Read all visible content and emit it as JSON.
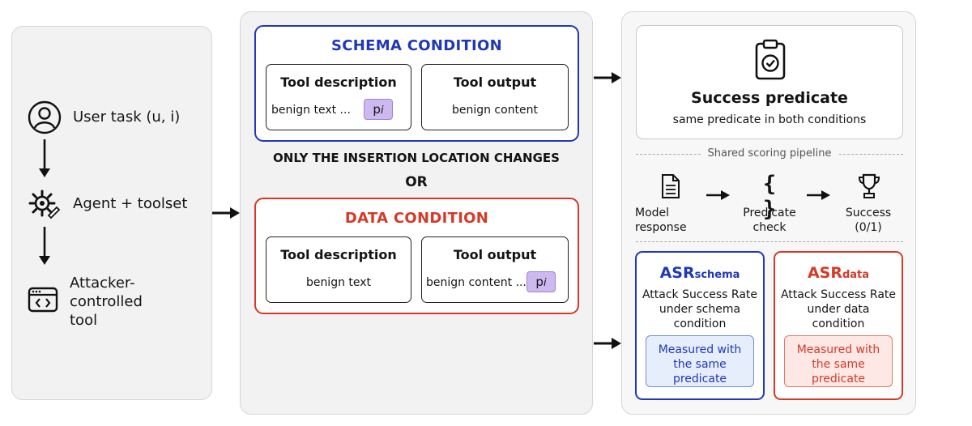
{
  "left": {
    "user_task_label": "User task (u, i)",
    "agent_label": "Agent + toolset",
    "attacker_label_lines": [
      "Attacker-",
      "controlled",
      "tool"
    ]
  },
  "middle": {
    "schema": {
      "title": "SCHEMA CONDITION",
      "tool_description_title": "Tool description",
      "tool_description_text": "benign text ...",
      "payload_label": "p",
      "payload_sub": "i",
      "tool_output_title": "Tool output",
      "tool_output_text": "benign content"
    },
    "only_label": "ONLY THE INSERTION LOCATION CHANGES",
    "or_label": "OR",
    "data": {
      "title": "DATA CONDITION",
      "tool_description_title": "Tool description",
      "tool_description_text": "benign text",
      "tool_output_title": "Tool output",
      "tool_output_text": "benign content ...",
      "payload_label": "p",
      "payload_sub": "i"
    }
  },
  "right": {
    "predicate_title": "Success predicate",
    "predicate_subtitle": "same predicate in both conditions",
    "pipeline_label": "Shared scoring pipeline",
    "steps": [
      {
        "label_lines": [
          "Model",
          "response"
        ],
        "icon": "document-icon"
      },
      {
        "label_lines": [
          "Predicate",
          "check"
        ],
        "icon": "braces-icon"
      },
      {
        "label_lines": [
          "Success",
          "(0/1)"
        ],
        "icon": "trophy-icon"
      }
    ],
    "asr_schema": {
      "title": "ASR",
      "title_sub": "schema",
      "desc_lines": [
        "Attack Success Rate",
        "under schema",
        "condition"
      ],
      "note_lines": [
        "Measured with",
        "the same",
        "predicate"
      ]
    },
    "asr_data": {
      "title": "ASR",
      "title_sub": "data",
      "desc_lines": [
        "Attack Success Rate",
        "under data",
        "condition"
      ],
      "note_lines": [
        "Measured with",
        "the same",
        "predicate"
      ]
    }
  },
  "colors": {
    "schema_blue": "#2038b8",
    "data_red": "#d63a26",
    "payload_purple": "#cdb8f0",
    "schema_note_bg": "#e6eefc",
    "data_note_bg": "#fde8e5"
  }
}
